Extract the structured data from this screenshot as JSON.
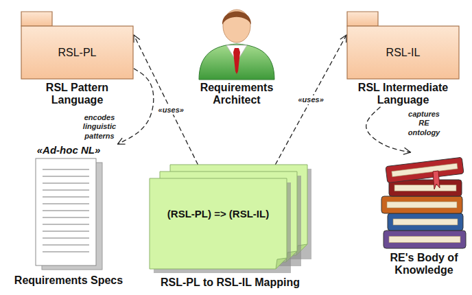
{
  "diagram": {
    "nodes": [
      {
        "text": [
          "RSL-PL",
          "RSL Pattern Language"
        ]
      },
      {
        "text": [
          "Requirements Architect"
        ]
      },
      {
        "text": [
          "RSL-IL",
          "RSL Intermediate Language"
        ]
      },
      {
        "text": [
          "«Ad-hoc NL»",
          "Requirements Specs"
        ]
      },
      {
        "text": [
          "(RSL-PL) => (RSL-IL)",
          "RSL-PL to RSL-IL Mapping"
        ]
      },
      {
        "text": [
          "RE's Body of Knowledge"
        ]
      }
    ],
    "edges": [
      {
        "from": 4,
        "to": 0,
        "arrow": "to",
        "label": "«uses»"
      },
      {
        "from": 4,
        "to": 2,
        "arrow": "to",
        "label": "«uses»"
      },
      {
        "from": 0,
        "to": 3,
        "arrow": "to",
        "label": "encodes linguistic patterns"
      },
      {
        "from": 2,
        "to": 5,
        "arrow": "to",
        "label": "captures RE ontology"
      }
    ]
  }
}
